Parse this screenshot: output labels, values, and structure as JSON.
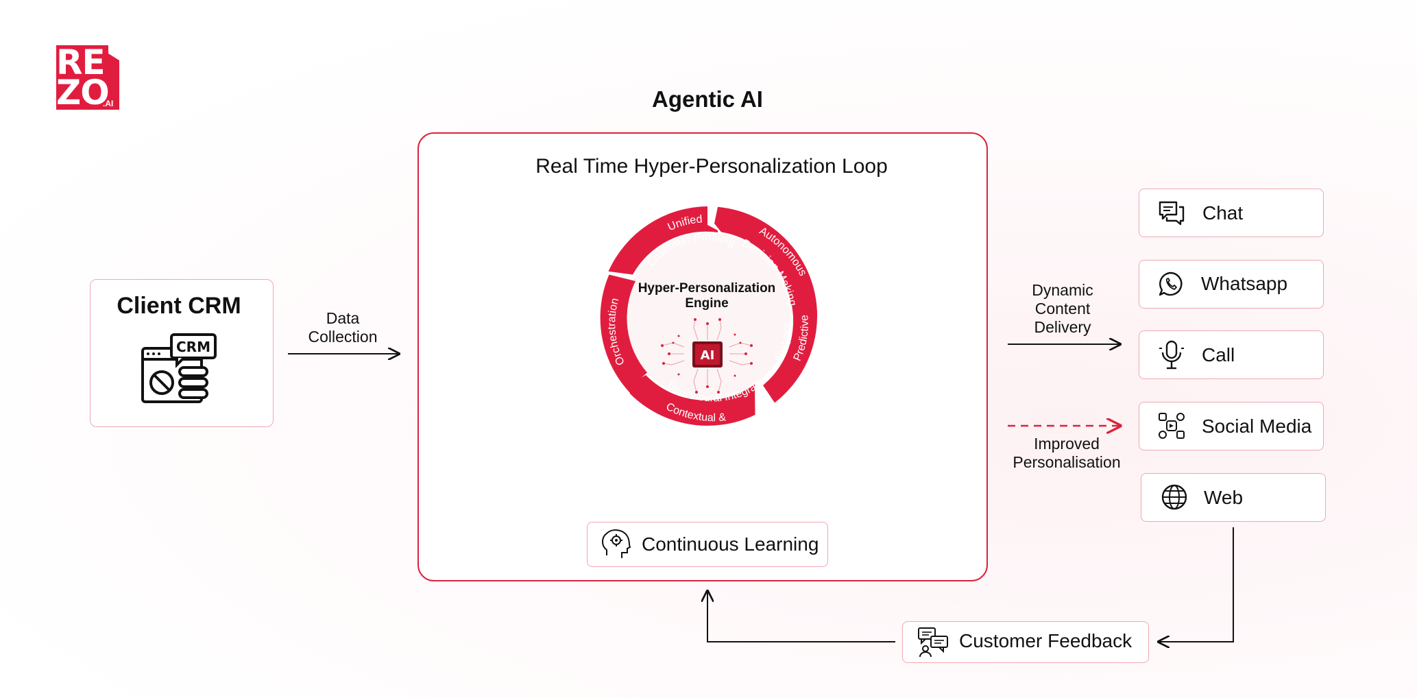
{
  "logo": {
    "line1": "RE",
    "line2": "ZO",
    "suffix": ".AI",
    "color": "#e11d3f"
  },
  "diagram": {
    "title": "Agentic AI",
    "loop_title": "Real Time  Hyper-Personalization Loop",
    "engine_title": "Hyper-Personalization Engine",
    "chip_label": "AI",
    "segments": [
      "Unified Customer Profiling",
      "Autonomous Decision Making",
      "Predictive Analytics",
      "Contextual & Behavioural Integration",
      "Omnichannel Orchestration"
    ],
    "client": {
      "title": "Client CRM",
      "icon_label": "CRM"
    },
    "data_collection": [
      "Data",
      "Collection"
    ],
    "dynamic_delivery": [
      "Dynamic",
      "Content",
      "Delivery"
    ],
    "improved": [
      "Improved",
      "Personalisation"
    ],
    "continuous_learning": "Continuous Learning",
    "customer_feedback": "Customer Feedback",
    "channels": [
      {
        "label": "Chat",
        "icon": "chat-icon"
      },
      {
        "label": "Whatsapp",
        "icon": "whatsapp-icon"
      },
      {
        "label": "Call",
        "icon": "microphone-icon"
      },
      {
        "label": "Social Media",
        "icon": "social-media-icon"
      },
      {
        "label": "Web",
        "icon": "globe-icon"
      }
    ]
  },
  "colors": {
    "accent": "#d9233d",
    "border_light": "#f0a7b2",
    "text": "#111111"
  }
}
